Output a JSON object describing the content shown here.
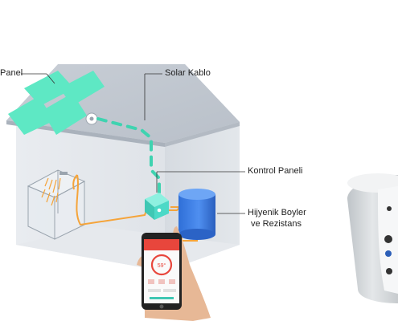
{
  "labels": {
    "solar_panel": "Panel",
    "solar_cable": "Solar Kablo",
    "control_panel": "Kontrol Paneli",
    "boiler_line1": "Hijyenik Boyler",
    "boiler_line2": "ve Rezistans"
  },
  "phone": {
    "reading": "59°"
  },
  "colors": {
    "panel": "#5ee8c4",
    "pipe": "#f5a43a",
    "cable": "#3fd3b0",
    "boiler": "#3f7fe6",
    "controller": "#4cd9c7",
    "app_accent": "#e8463c"
  },
  "icons": {
    "phone": "smartphone-icon",
    "shower": "shower-icon",
    "controller": "controller-icon"
  }
}
